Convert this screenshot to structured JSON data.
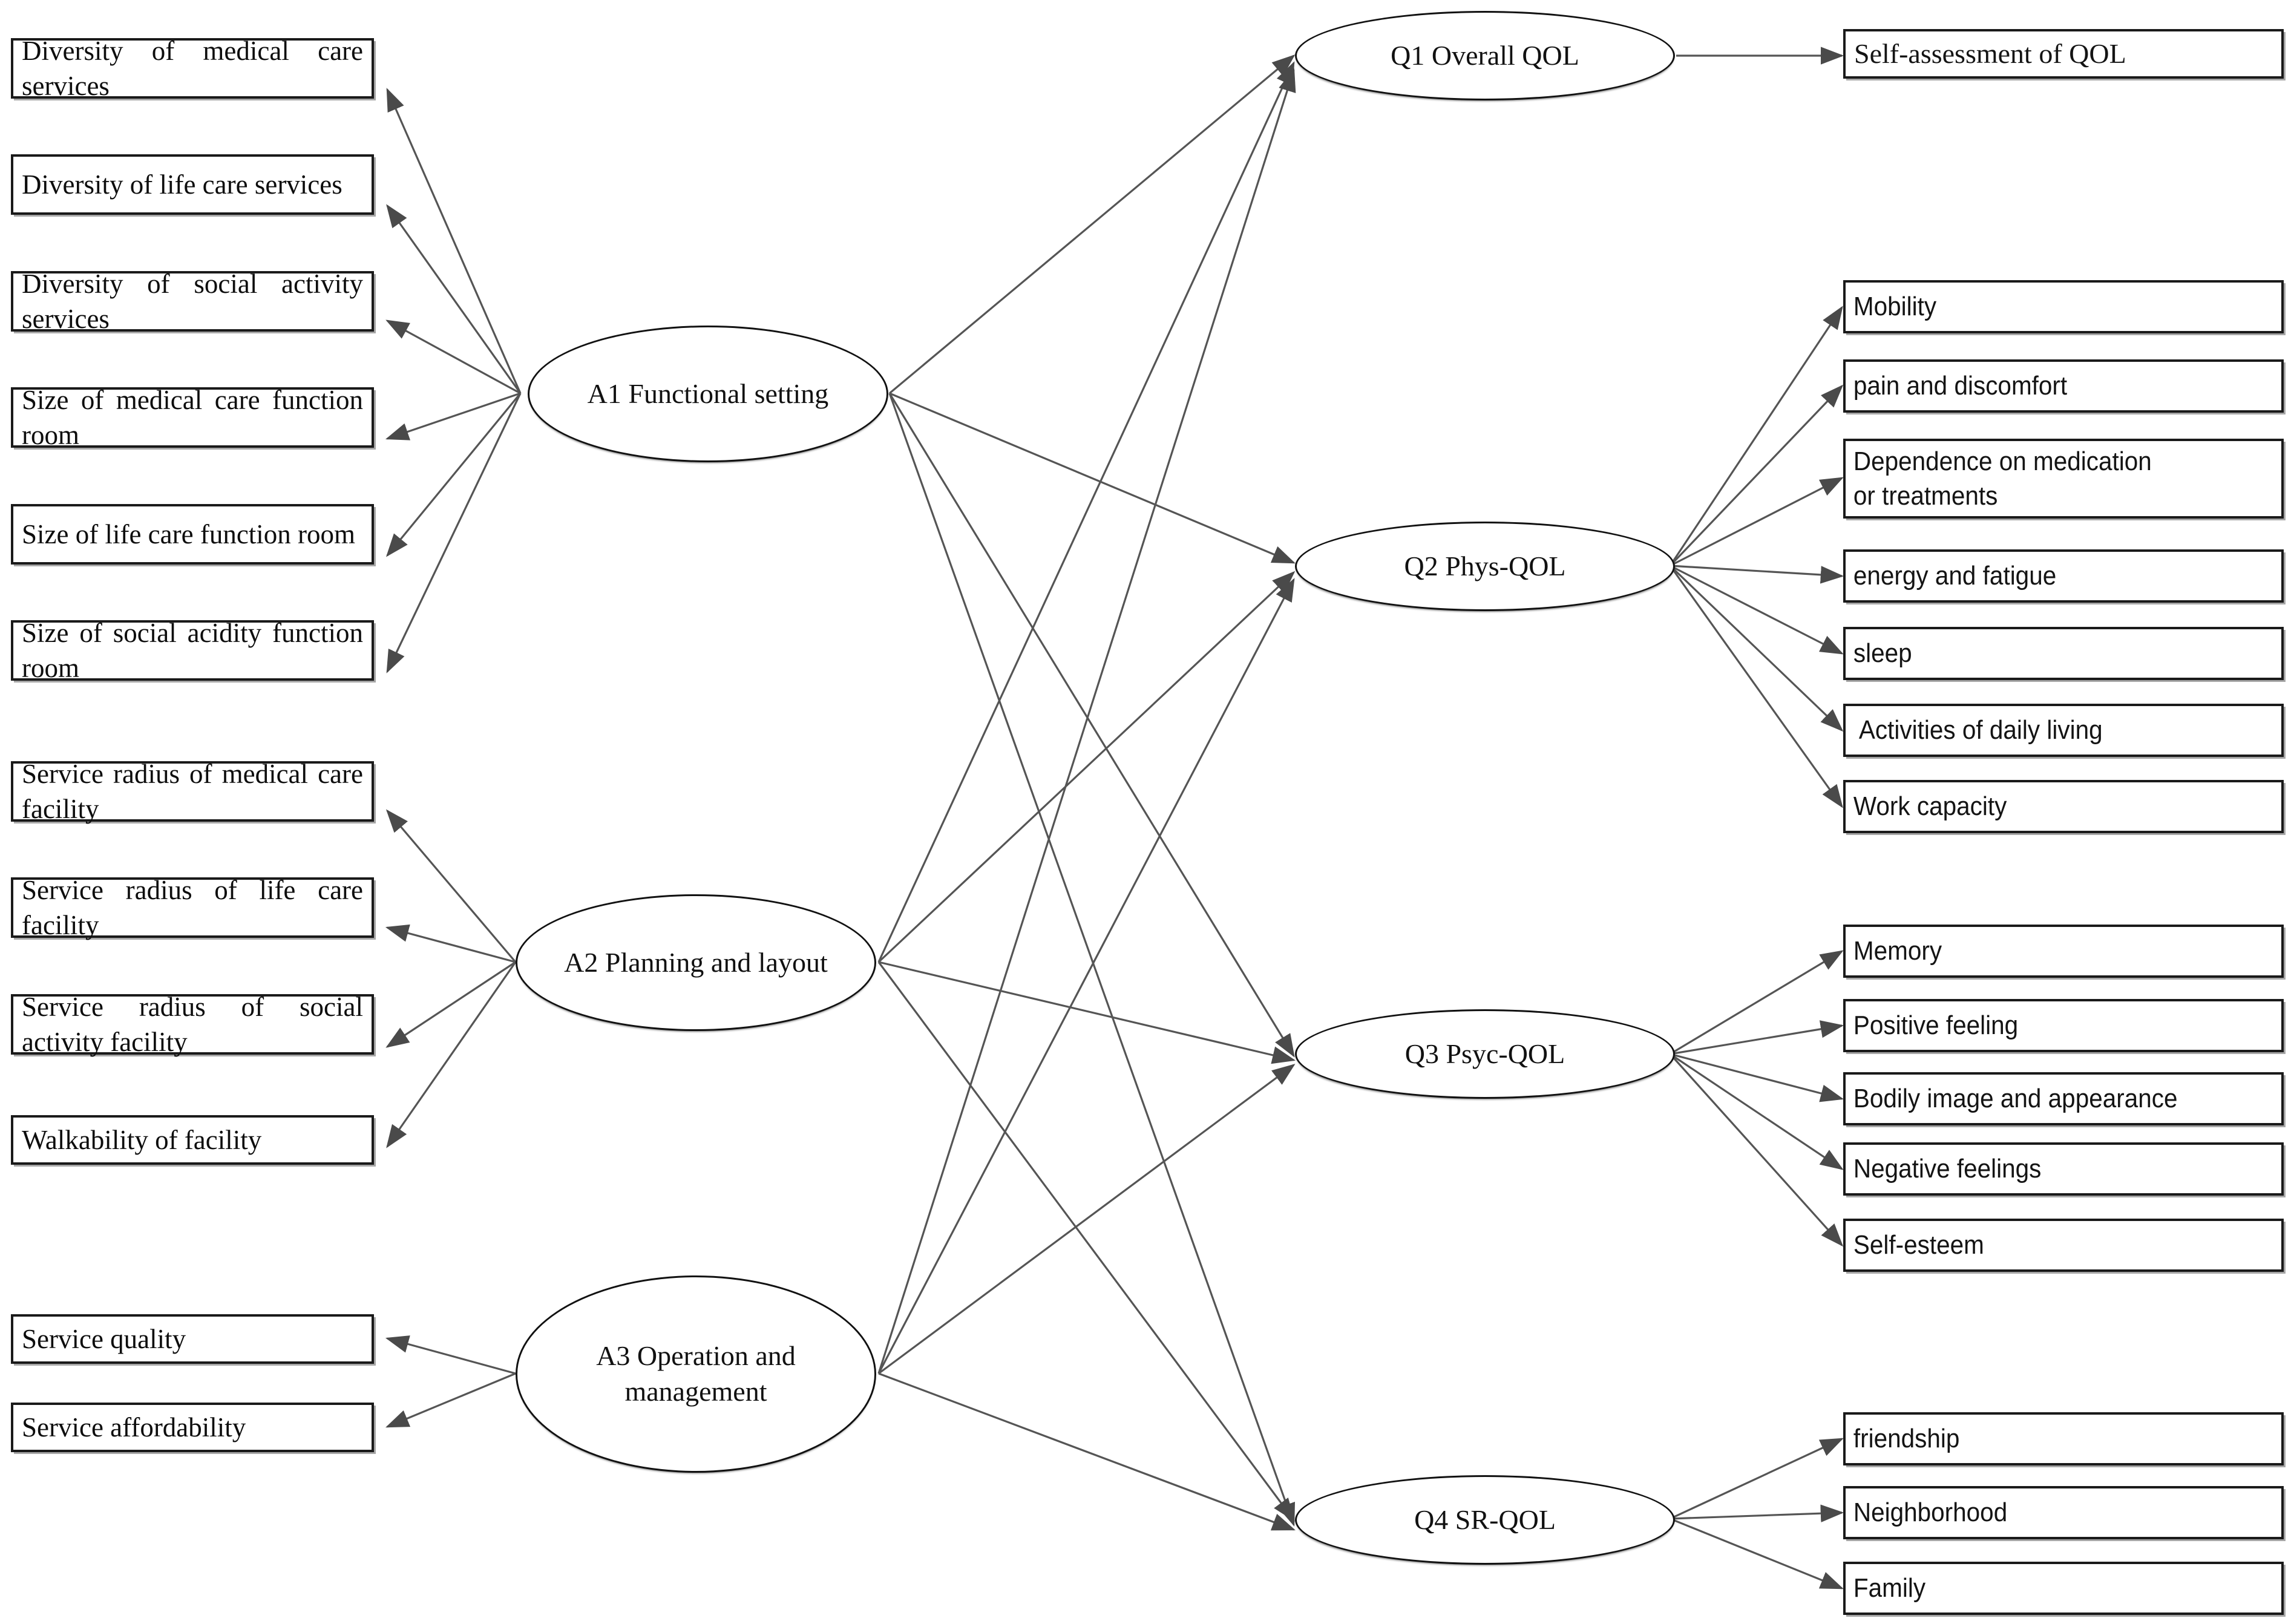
{
  "diagram": {
    "title": "Conceptual model linking elderly care facility attributes to quality of life domains",
    "type": "path-diagram",
    "colors": {
      "stroke": "#1a1a1a",
      "line": "#555555",
      "arrow": "#4a4a4a",
      "background": "#ffffff"
    },
    "left_indicators": [
      {
        "id": "L1",
        "label": "Diversity of medical care services"
      },
      {
        "id": "L2",
        "label": "Diversity of life care services"
      },
      {
        "id": "L3",
        "label": "Diversity of social activity services"
      },
      {
        "id": "L4",
        "label": "Size of medical care function room"
      },
      {
        "id": "L5",
        "label": "Size of life care function room"
      },
      {
        "id": "L6",
        "label": "Size of social acidity function room"
      },
      {
        "id": "L7",
        "label": "Service radius of medical care facility"
      },
      {
        "id": "L8",
        "label": "Service radius of life care facility"
      },
      {
        "id": "L9",
        "label": "Service radius of social activity facility"
      },
      {
        "id": "L10",
        "label": "Walkability of facility"
      },
      {
        "id": "L11",
        "label": "Service quality"
      },
      {
        "id": "L12",
        "label": "Service affordability"
      }
    ],
    "latent_exogenous": [
      {
        "id": "A1",
        "label": "A1 Functional setting"
      },
      {
        "id": "A2",
        "label": "A2 Planning and layout"
      },
      {
        "id": "A3",
        "label": "A3 Operation and management"
      }
    ],
    "latent_endogenous": [
      {
        "id": "Q1",
        "label": "Q1 Overall QOL"
      },
      {
        "id": "Q2",
        "label": "Q2 Phys-QOL"
      },
      {
        "id": "Q3",
        "label": "Q3 Psyc-QOL"
      },
      {
        "id": "Q4",
        "label": "Q4 SR-QOL"
      }
    ],
    "right_indicators": {
      "Q1": [
        {
          "id": "R1",
          "label": "Self-assessment of QOL"
        }
      ],
      "Q2": [
        {
          "id": "R2",
          "label": "Mobility"
        },
        {
          "id": "R3",
          "label": "pain and discomfort"
        },
        {
          "id": "R4",
          "label": "Dependence on medication\n or treatments"
        },
        {
          "id": "R5",
          "label": "energy and fatigue"
        },
        {
          "id": "R6",
          "label": "sleep"
        },
        {
          "id": "R7",
          "label": " Activities of daily living"
        },
        {
          "id": "R8",
          "label": "Work capacity"
        }
      ],
      "Q3": [
        {
          "id": "R9",
          "label": "Memory"
        },
        {
          "id": "R10",
          "label": "Positive feeling"
        },
        {
          "id": "R11",
          "label": "Bodily image and appearance"
        },
        {
          "id": "R12",
          "label": "Negative feelings"
        },
        {
          "id": "R13",
          "label": "Self-esteem"
        }
      ],
      "Q4": [
        {
          "id": "R14",
          "label": "friendship"
        },
        {
          "id": "R15",
          "label": "Neighborhood"
        },
        {
          "id": "R16",
          "label": "Family"
        }
      ]
    },
    "edges": {
      "A1_to_indicators": [
        "L1",
        "L2",
        "L3",
        "L4",
        "L5",
        "L6"
      ],
      "A2_to_indicators": [
        "L7",
        "L8",
        "L9",
        "L10"
      ],
      "A3_to_indicators": [
        "L11",
        "L12"
      ],
      "A1_to_latent": [
        "Q1",
        "Q2",
        "Q3",
        "Q4"
      ],
      "A2_to_latent": [
        "Q1",
        "Q2",
        "Q3",
        "Q4"
      ],
      "A3_to_latent": [
        "Q1",
        "Q2",
        "Q3",
        "Q4"
      ]
    }
  }
}
